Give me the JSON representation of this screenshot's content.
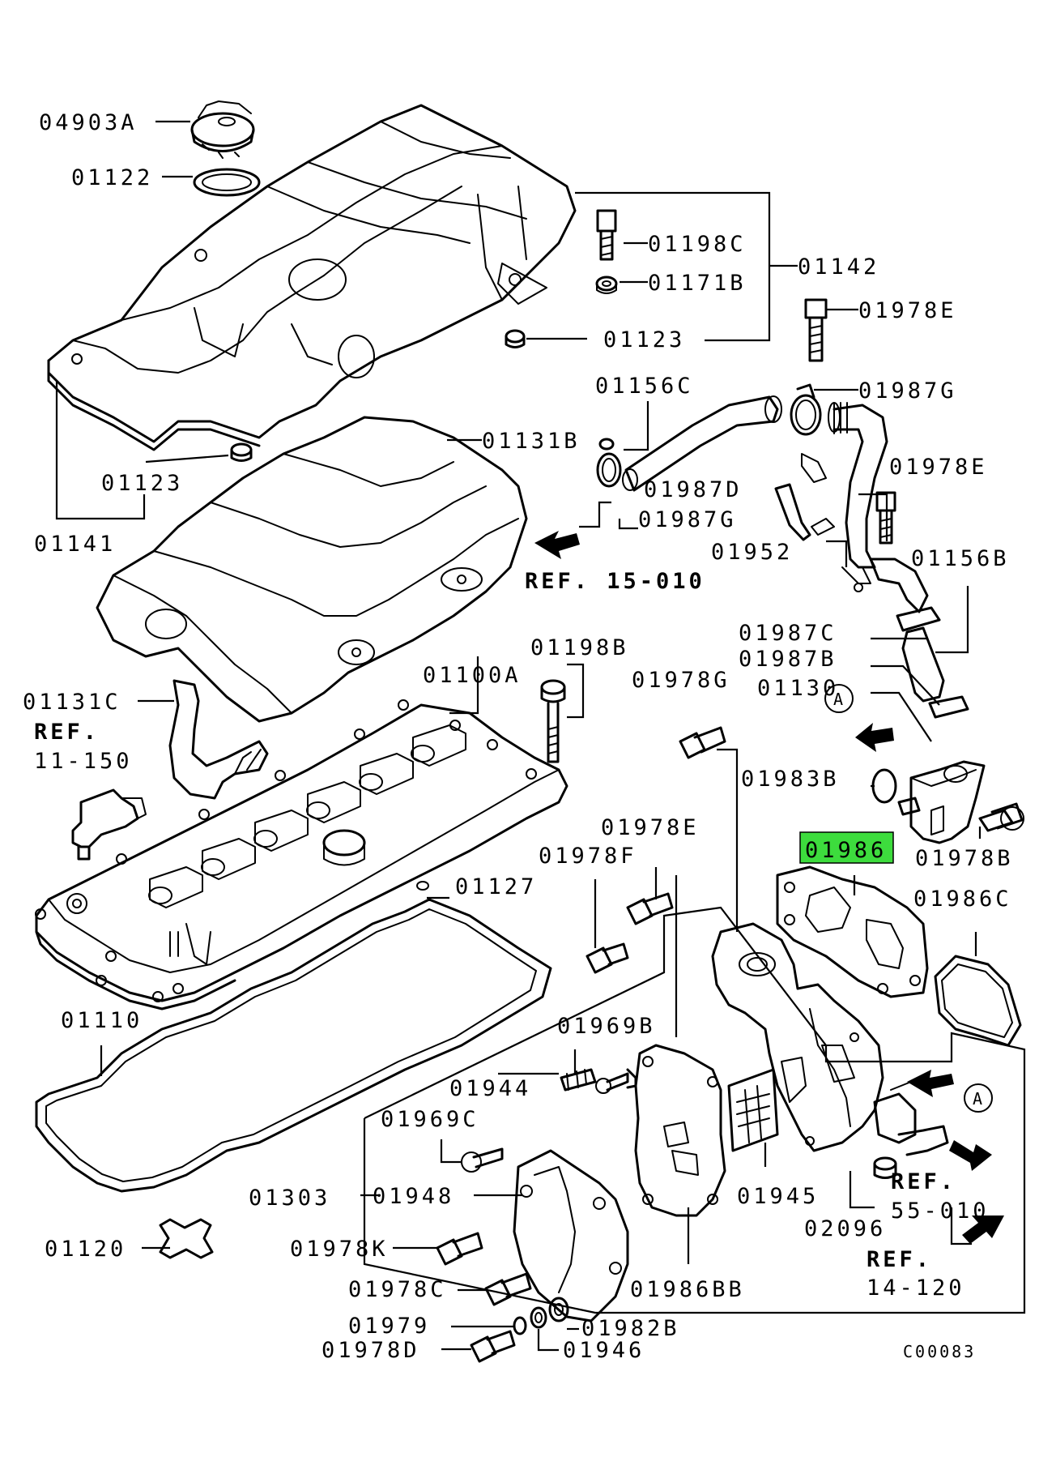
{
  "diagram": {
    "highlight_color": "#3ddc3d",
    "highlighted_part": "01986",
    "figure_code": "C00083",
    "parts": {
      "p04903A": "04903A",
      "p01122": "01122",
      "p01142": "01142",
      "p01198C": "01198C",
      "p01171B": "01171B",
      "p01123a": "01123",
      "p01123b": "01123",
      "p01978E_a": "01978E",
      "p01987G_a": "01987G",
      "p01156C": "01156C",
      "p01131B": "01131B",
      "p01987D": "01987D",
      "p01987G_b": "01987G",
      "p01978E_b": "01978E",
      "p01141": "01141",
      "p01952": "01952",
      "p01156B": "01156B",
      "p01987C": "01987C",
      "p01987B": "01987B",
      "p01130": "01130",
      "p01198B": "01198B",
      "p01100A": "01100A",
      "p01978G": "01978G",
      "p01131C": "01131C",
      "p01983B": "01983B",
      "p01978B": "01978B",
      "p01986": "01986",
      "p01978E_c": "01978E",
      "p01978F": "01978F",
      "p01127": "01127",
      "p01986C": "01986C",
      "p01110": "01110",
      "p01969B": "01969B",
      "p01944": "01944",
      "p01969C": "01969C",
      "p01303": "01303",
      "p01948": "01948",
      "p01945": "01945",
      "p02096": "02096",
      "p01120": "01120",
      "p01978K": "01978K",
      "p01986BB": "01986BB",
      "p01978C": "01978C",
      "p01979": "01979",
      "p01982B": "01982B",
      "p01978D": "01978D",
      "p01946": "01946"
    },
    "refs": {
      "ref_15_010": "REF. 15-010",
      "ref_word": "REF.",
      "ref_11_150": "11-150",
      "ref_55_010": "55-010",
      "ref_14_120": "14-120"
    },
    "markers": {
      "a1": "A",
      "a2": "A"
    }
  }
}
